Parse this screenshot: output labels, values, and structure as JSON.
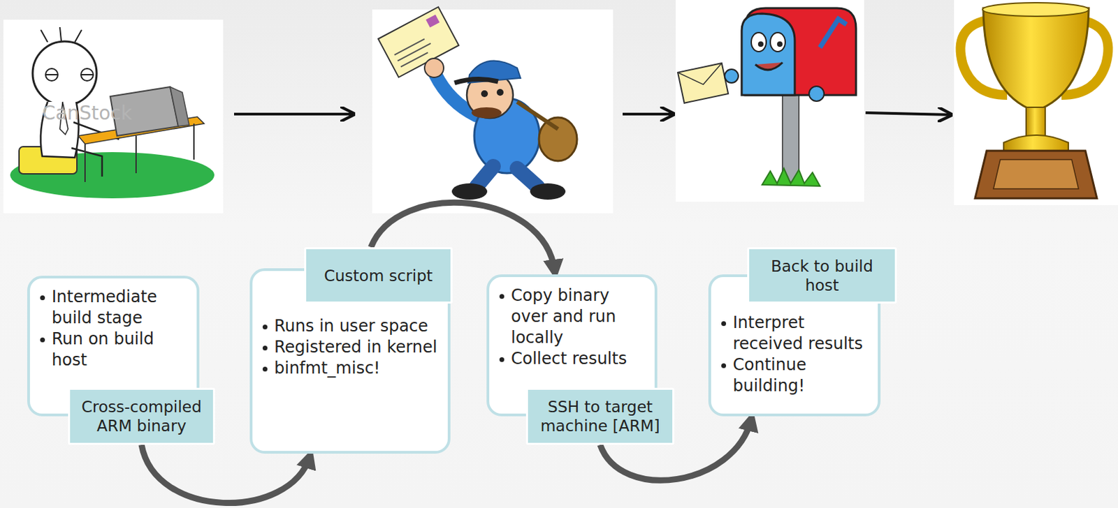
{
  "diagram": {
    "nodes": [
      {
        "text": [
          "Intermediate build stage",
          "Run on build host"
        ]
      },
      {
        "text": [
          "Cross-compiled ARM binary"
        ]
      },
      {
        "text": [
          "Custom script"
        ]
      },
      {
        "text": [
          "Runs in user space",
          "Registered in kernel",
          "binfmt_misc!"
        ]
      },
      {
        "text": [
          "Copy binary over and run locally",
          "Collect results"
        ]
      },
      {
        "text": [
          "SSH to target machine [ARM]"
        ]
      },
      {
        "text": [
          "Back to build host"
        ]
      },
      {
        "text": [
          "Interpret received results",
          "Continue building!"
        ]
      }
    ],
    "edges": [
      {
        "from": 1,
        "to": 3,
        "arrow": "to"
      },
      {
        "from": 2,
        "to": 4,
        "arrow": "to"
      },
      {
        "from": 5,
        "to": 7,
        "arrow": "to"
      }
    ],
    "labels": [
      "CanStock"
    ]
  }
}
